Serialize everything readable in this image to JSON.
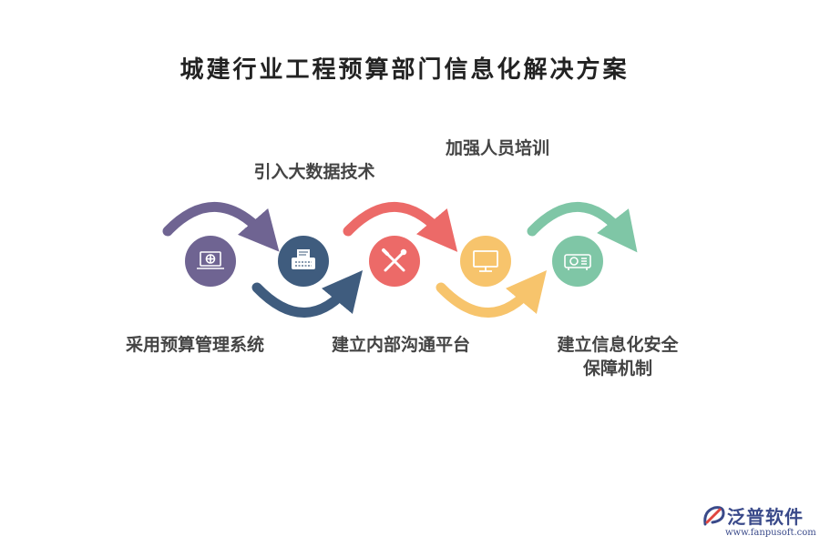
{
  "title": "城建行业工程预算部门信息化解决方案",
  "steps": [
    {
      "label": "采用预算管理系统",
      "icon": "laptop-globe-icon",
      "color": "#6f6492"
    },
    {
      "label": "引入大数据技术",
      "icon": "typewriter-icon",
      "color": "#3f5c7e"
    },
    {
      "label": "建立内部沟通平台",
      "icon": "tools-icon",
      "color": "#ec6a68"
    },
    {
      "label": "加强人员培训",
      "icon": "monitor-icon",
      "color": "#f7c46c"
    },
    {
      "label_lines": [
        "建立信息化安全",
        "保障机制"
      ],
      "icon": "projector-icon",
      "color": "#7fc6a6"
    }
  ],
  "logo": {
    "name": "泛普软件",
    "url": "www.fanpusoft.com",
    "icon": "fanpu-logo-icon"
  }
}
